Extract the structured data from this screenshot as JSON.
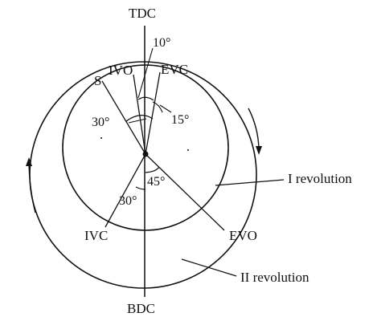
{
  "diagram": {
    "labels": {
      "tdc": "TDC",
      "bdc": "BDC",
      "ivo": "IVO",
      "evc": "EVC",
      "ivc": "IVC",
      "evo": "EVO",
      "s": "S",
      "rev1": "I revolution",
      "rev2": "II revolution"
    },
    "angles": {
      "ivo_before_tdc": "10°",
      "evc_after_tdc": "15°",
      "s_before_tdc": "30°",
      "ivc_after_bdc": "30°",
      "evo_before_bdc": "45°"
    },
    "colors": {
      "ink": "#111111",
      "background": "#ffffff"
    }
  }
}
